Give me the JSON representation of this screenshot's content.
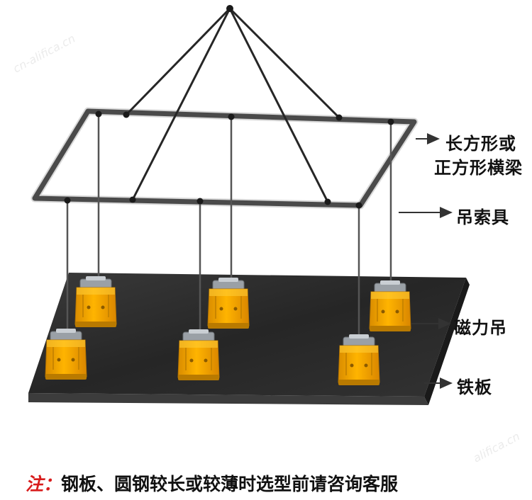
{
  "labels": {
    "beam_line1": "长方形或",
    "beam_line2": "正方形横梁",
    "rigging": "吊索具",
    "magnet": "磁力吊",
    "plate": "铁板"
  },
  "note": {
    "prefix": "注：",
    "text": "钢板、圆钢较长或较薄时选型前请咨询客服"
  },
  "watermarks": [
    "cn-alifica.cn",
    "alifica.cn"
  ],
  "colors": {
    "plate": "#2a2a2a",
    "plate_edge": "#3c3c3c",
    "magnet": "#f0a000",
    "magnet_dark": "#c67e00",
    "frame": "#4a4a4a",
    "note_prefix": "#d81c1c"
  }
}
